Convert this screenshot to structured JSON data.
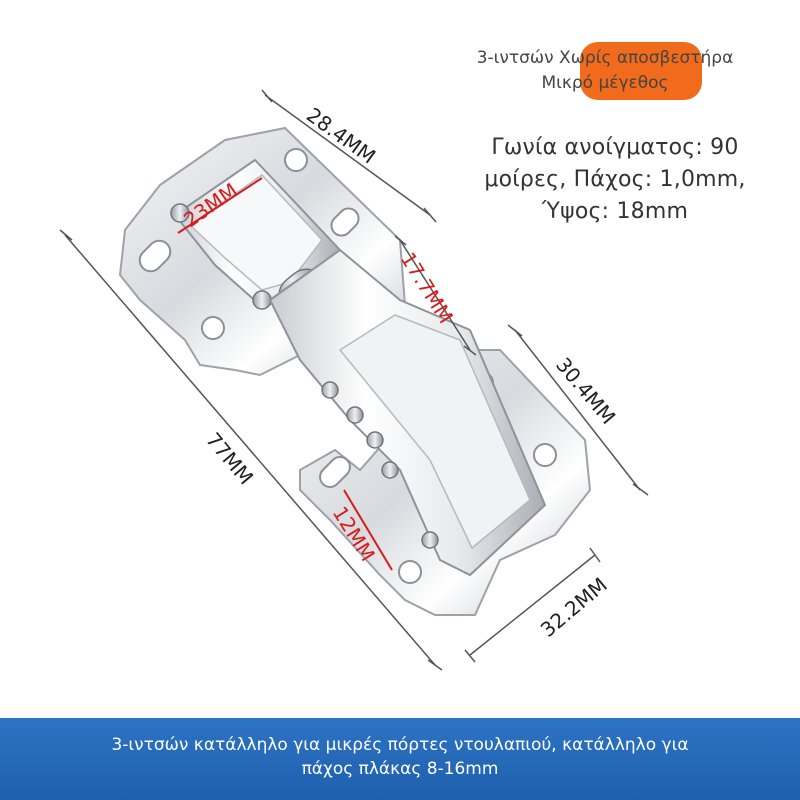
{
  "badge": {
    "line1": "3-ιντσών Χωρίς αποσβεστήρα",
    "line2": "Μικρό μέγεθος"
  },
  "specs": {
    "line1": "Γωνία ανοίγματος: 90",
    "line2": "μοίρες, Πάχος: 1,0mm,",
    "line3": "Ύψος: 18mm"
  },
  "dimensions": {
    "top_width": "28.4MM",
    "inner_link": "23MM",
    "arm_height": "17.7MM",
    "right_side": "30.4MM",
    "total_length": "77MM",
    "lower_mount": "12MM",
    "bottom_width": "32.2MM"
  },
  "footer": {
    "line1": "3-ιντσών κατάλληλο για μικρές πόρτες ντουλαπιού, κατάλληλο για",
    "line2": "πάχος πλάκας 8-16mm"
  },
  "colors": {
    "accent_orange": "#f26a1b",
    "footer_blue": "#2266b8",
    "dimension_red": "#d81b1b"
  }
}
